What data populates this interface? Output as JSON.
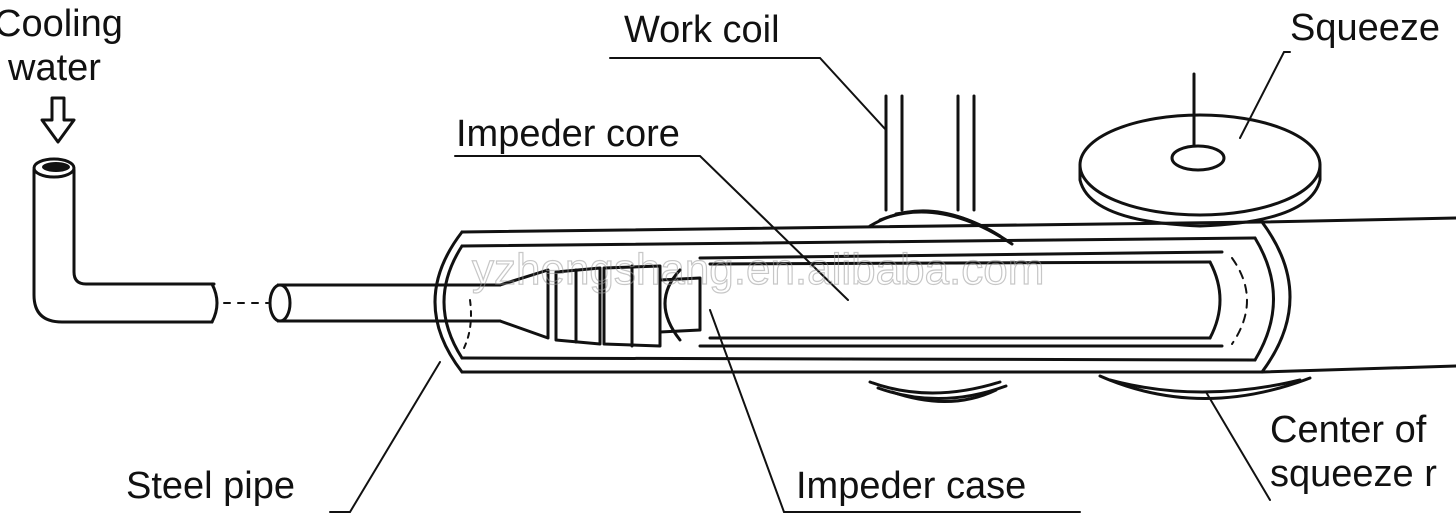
{
  "labels": {
    "cooling_water": "Cooling",
    "cooling_water_2": "water",
    "work_coil": "Work coil",
    "squeeze_roll": "Squeeze",
    "impeder_core": "Impeder core",
    "steel_pipe": "Steel pipe",
    "impeder_case": "Impeder case",
    "center_of_squeeze": "Center of",
    "center_of_squeeze_2": "squeeze r"
  },
  "watermark": "yzhengshang.en.alibaba.com"
}
